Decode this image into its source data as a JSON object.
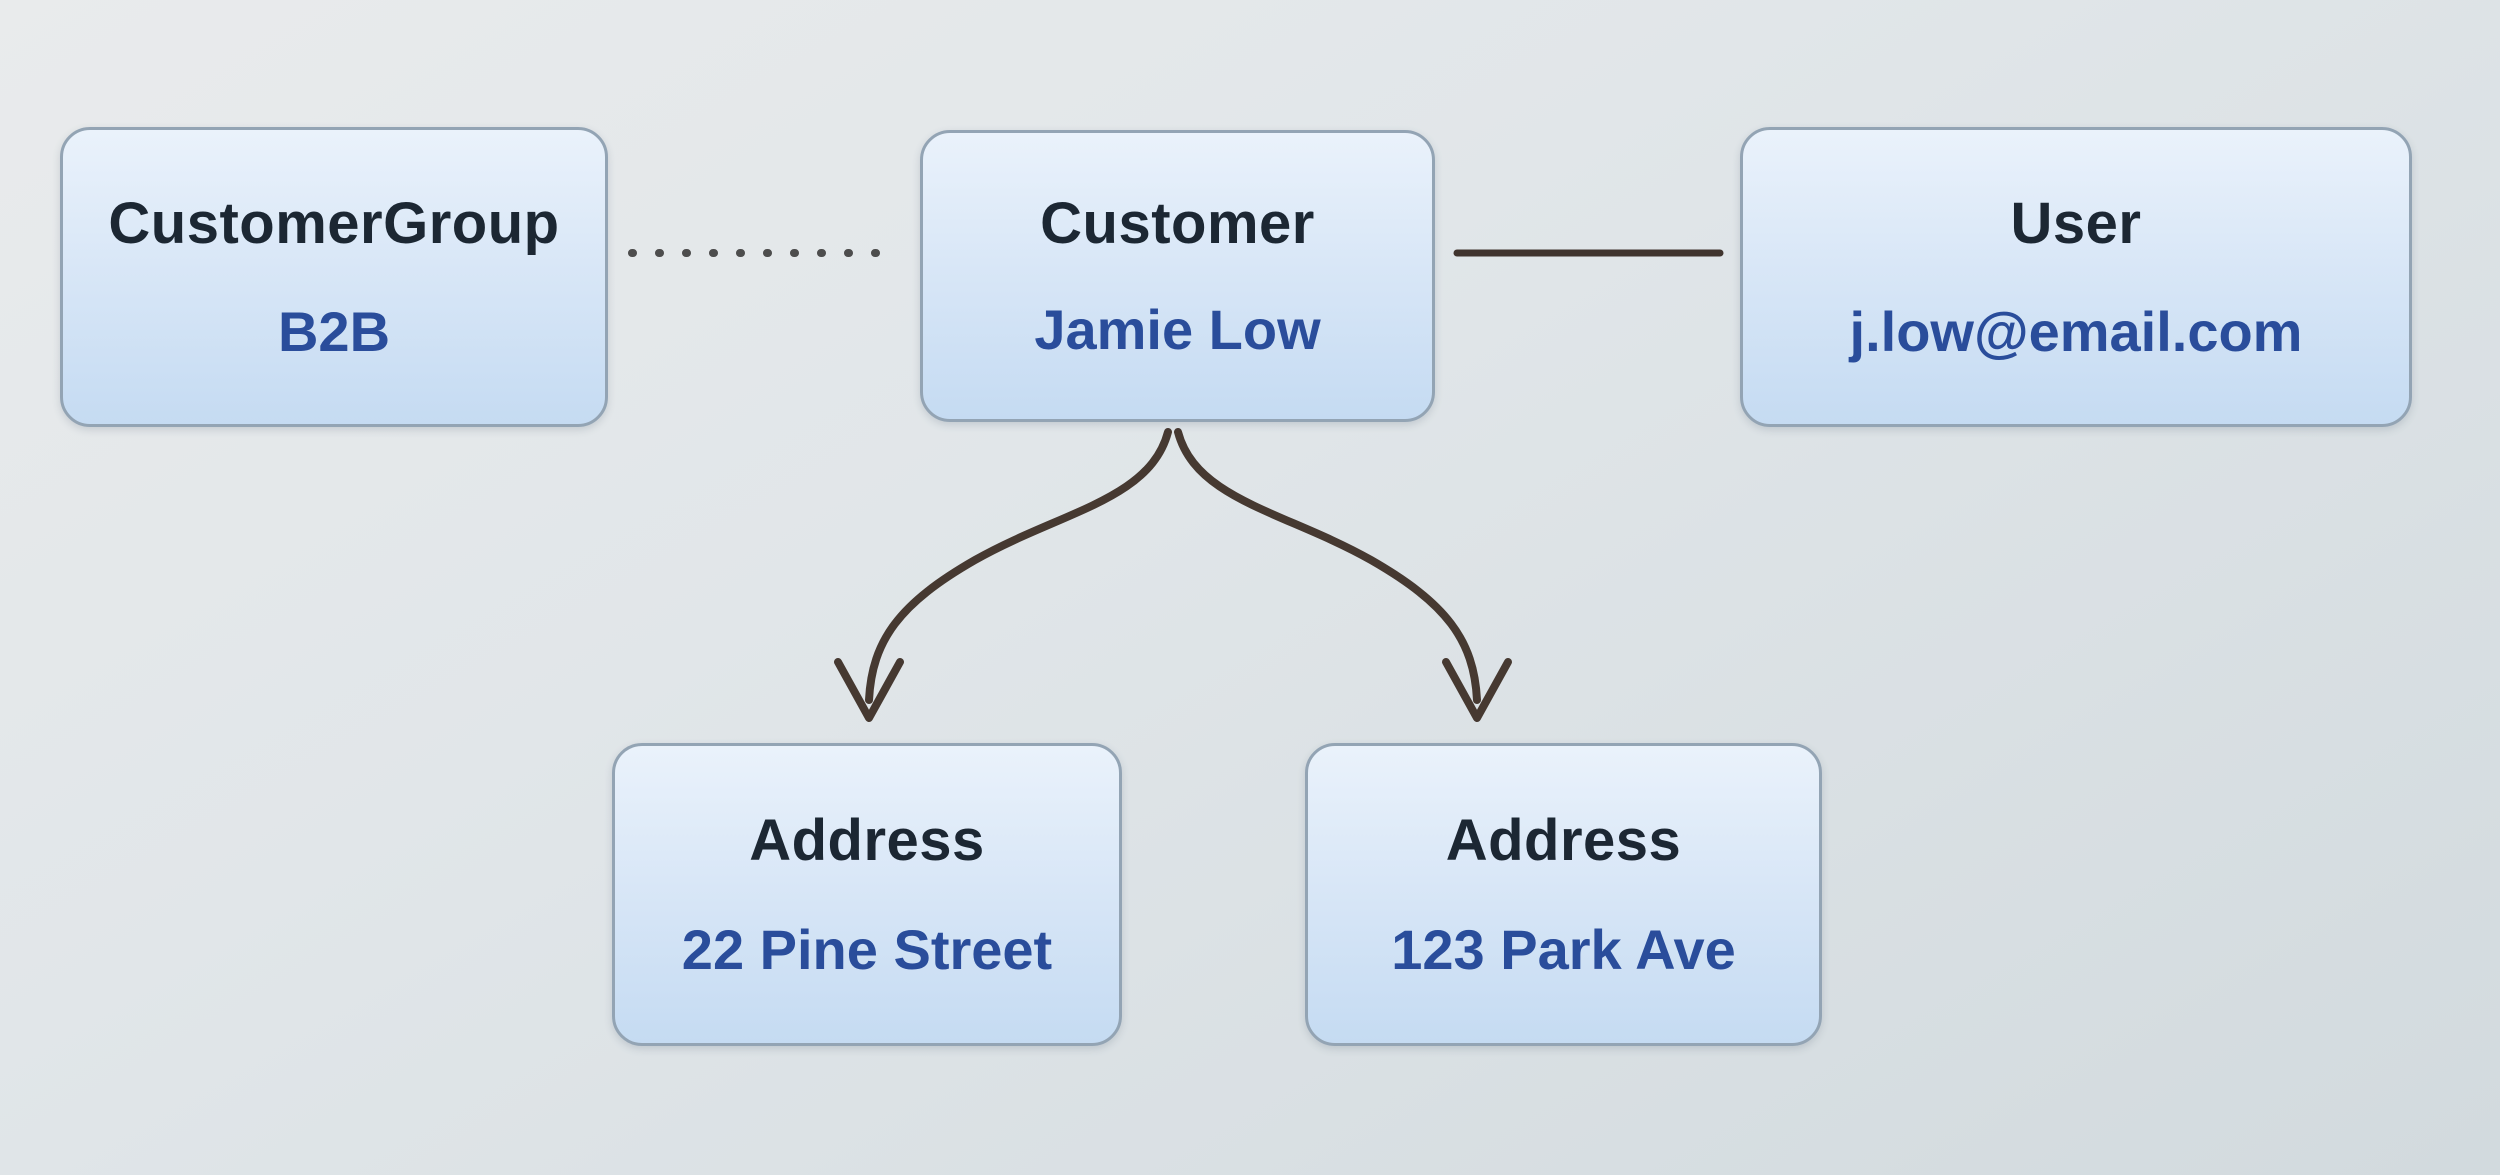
{
  "diagram": {
    "nodes": [
      {
        "id": "customer-group",
        "title": "CustomerGroup",
        "value": "B2B"
      },
      {
        "id": "customer",
        "title": "Customer",
        "value": "Jamie Low"
      },
      {
        "id": "user",
        "title": "User",
        "value": "j.low@email.com"
      },
      {
        "id": "address-1",
        "title": "Address",
        "value": "22 Pine Street"
      },
      {
        "id": "address-2",
        "title": "Address",
        "value": "123 Park Ave"
      }
    ],
    "edges": [
      {
        "from": "customer-group",
        "to": "customer",
        "style": "dotted",
        "arrow": false
      },
      {
        "from": "customer",
        "to": "user",
        "style": "solid",
        "arrow": false
      },
      {
        "from": "customer",
        "to": "address-1",
        "style": "curved",
        "arrow": true
      },
      {
        "from": "customer",
        "to": "address-2",
        "style": "curved",
        "arrow": true
      }
    ],
    "colors": {
      "background_top": "#e9ebec",
      "background_bottom": "#d2dade",
      "node_fill_top": "#eaf2fb",
      "node_fill_bottom": "#c5dbf2",
      "node_border": "#93a4b4",
      "title_color": "#1c2733",
      "value_color": "#2a4d9b",
      "dotted_edge_color": "#4d4d4d",
      "solid_edge_color": "#463931"
    }
  }
}
